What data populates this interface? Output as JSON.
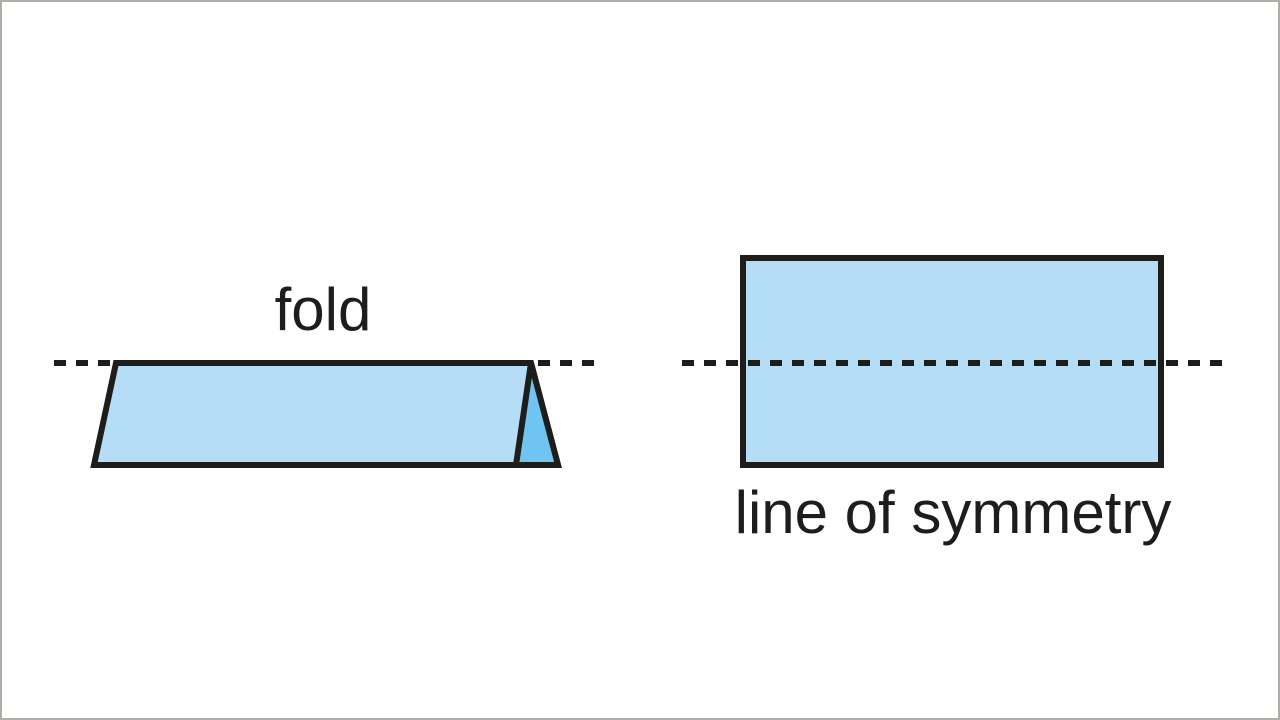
{
  "figure": {
    "left": {
      "label": "fold",
      "description": "folded strip of paper with fold flap"
    },
    "right": {
      "label": "line of symmetry",
      "description": "rectangle crossed by horizontal dashed symmetry line"
    }
  },
  "colors": {
    "background": "#ffffff",
    "frame_border": "#b3ada7",
    "paper_fill": "#b5def6",
    "fold_flap_fill": "#6fc4f1",
    "outline": "#1d1d1b",
    "dashed_line": "#1d1d1b",
    "label_text": "#1d1d1b"
  }
}
